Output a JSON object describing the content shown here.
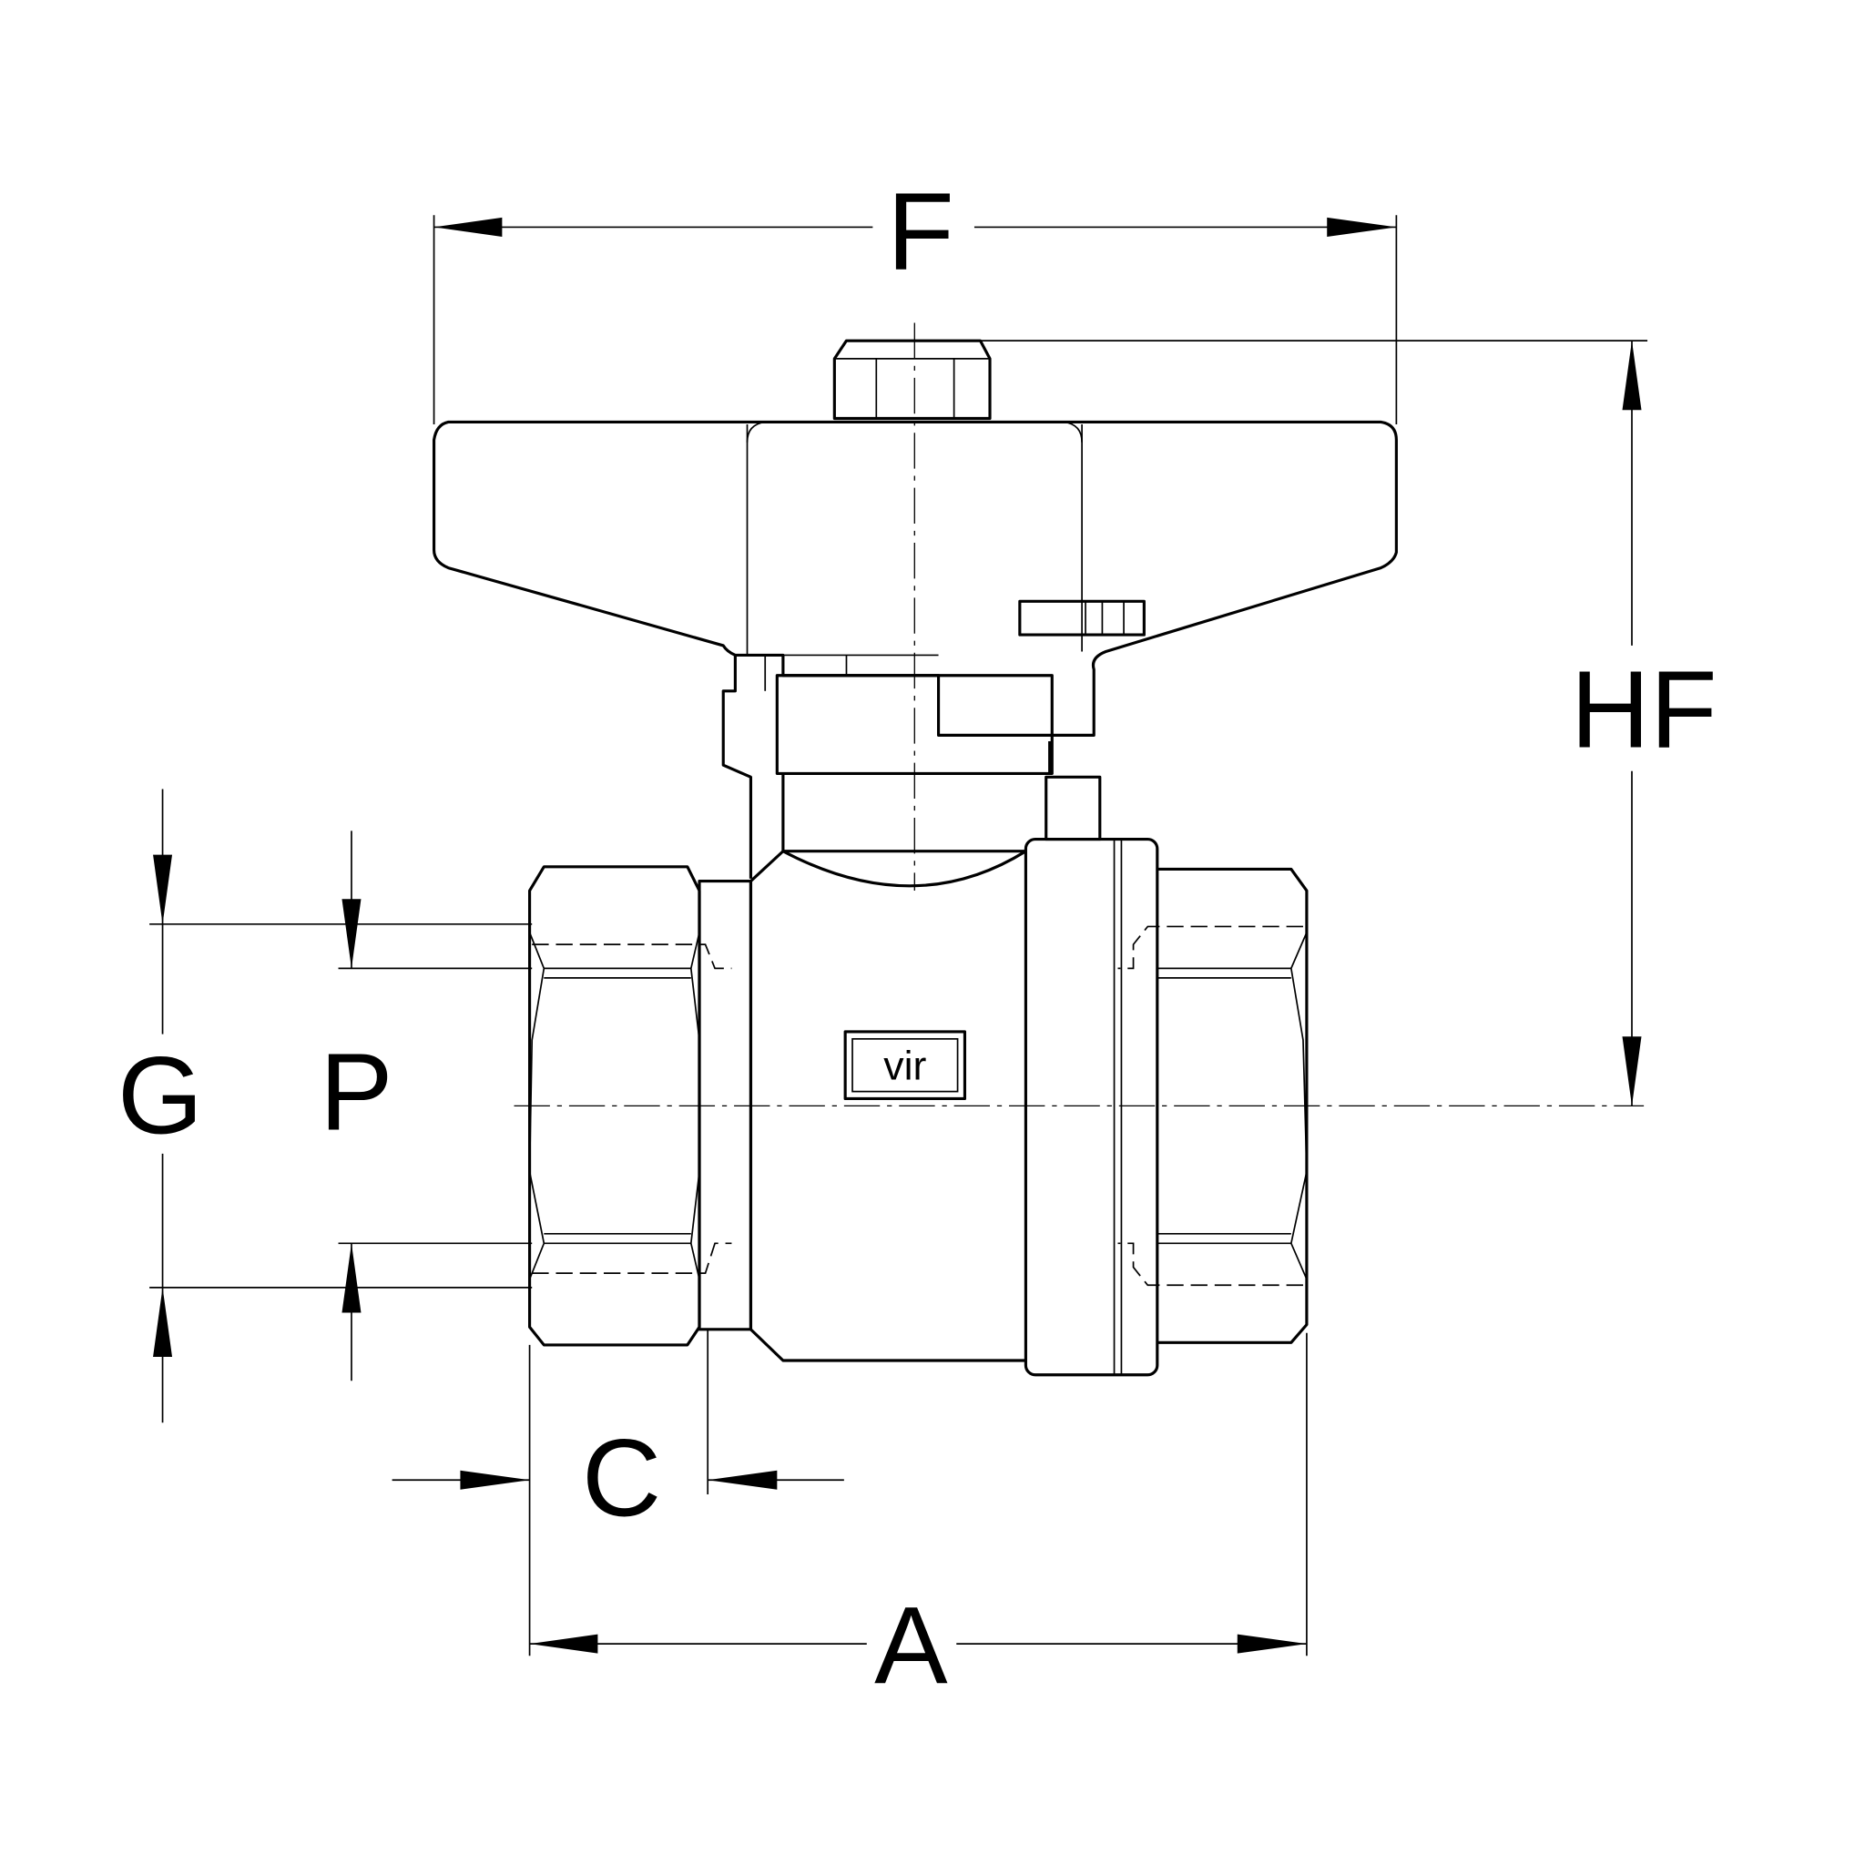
{
  "dimensions": {
    "F": "F",
    "HF": "HF",
    "G": "G",
    "P": "P",
    "C": "C",
    "A": "A"
  },
  "logo": "vir",
  "colors": {
    "line": "#000000",
    "background": "#ffffff"
  }
}
